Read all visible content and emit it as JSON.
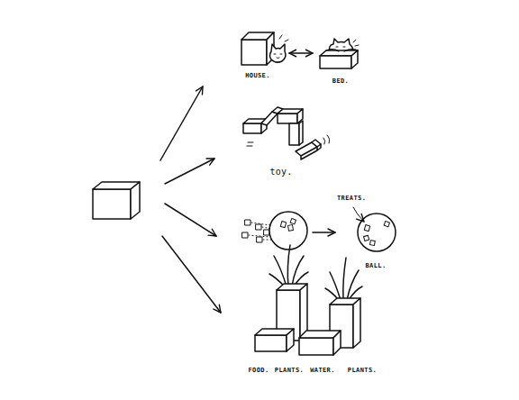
{
  "diagram": {
    "nodes": [
      {
        "text": [
          "HOUSE."
        ]
      },
      {
        "text": [
          "BED."
        ]
      },
      {
        "text": [
          "toy."
        ]
      },
      {
        "text": [
          "BALL."
        ]
      },
      {
        "text": [
          "FOOD."
        ]
      },
      {
        "text": [
          "PLANTS."
        ]
      },
      {
        "text": [
          "WATER."
        ]
      },
      {
        "text": [
          "PLANTS."
        ]
      }
    ],
    "edges": [
      {
        "from": 0,
        "to": 1,
        "arrow": "both"
      }
    ],
    "labels": [
      "TREATS."
    ]
  }
}
